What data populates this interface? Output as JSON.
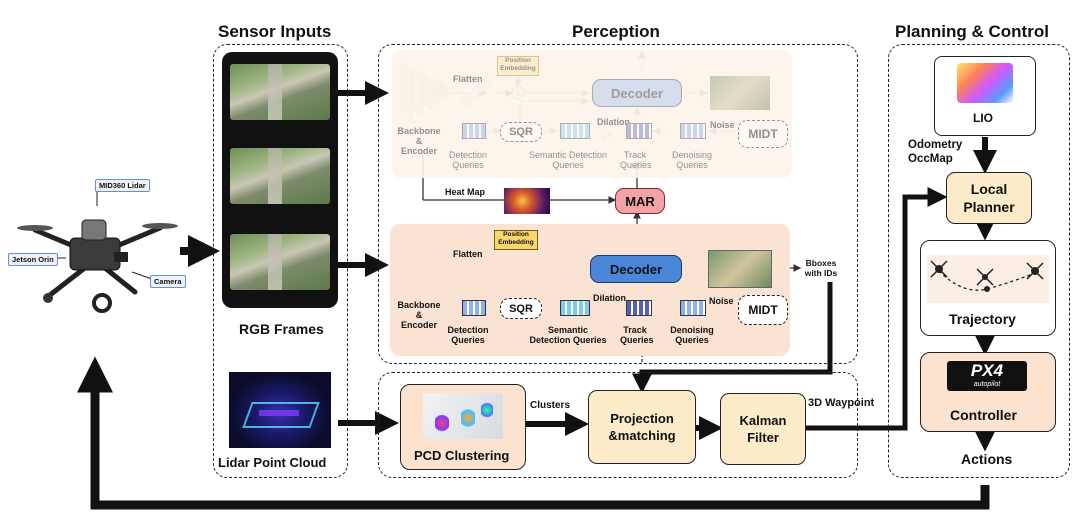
{
  "sections": {
    "sensor_inputs": "Sensor Inputs",
    "perception": "Perception",
    "planning_control": "Planning & Control"
  },
  "drone": {
    "lidar_label": "MID360 Lidar",
    "jetson_label": "Jetson Orin",
    "camera_label": "Camera"
  },
  "sensors": {
    "rgb_frames": "RGB Frames",
    "lidar_point_cloud": "Lidar Point Cloud"
  },
  "perception_top": {
    "flatten": "Flatten",
    "position_embedding": "Position Embedding",
    "decoder": "Decoder",
    "backbone": "Backbone & Encoder",
    "sqr": "SQR",
    "dilation": "Dilation",
    "noise": "Noise",
    "midt": "MIDT",
    "detection_queries": "Detection Queries",
    "semantic_queries": "Semantic Detection Queries",
    "track_queries": "Track Queries",
    "denoising_queries": "Denoising Queries"
  },
  "heat_map": "Heat Map",
  "mar": "MAR",
  "perception_bottom": {
    "flatten": "Flatten",
    "position_embedding": "Position Embedding",
    "decoder": "Decoder",
    "backbone": "Backbone & Encoder",
    "sqr": "SQR",
    "dilation": "Dilation",
    "noise": "Noise",
    "midt": "MIDT",
    "detection_queries": "Detection Queries",
    "semantic_queries": "Semantic Detection Queries",
    "track_queries": "Track Queries",
    "denoising_queries": "Denoising Queries"
  },
  "bboxes": "Bboxes with IDs",
  "pipeline": {
    "pcd_clustering": "PCD Clustering",
    "clusters": "Clusters",
    "projection": "Projection &matching",
    "kalman": "Kalman Filter",
    "waypoint": "3D Waypoint"
  },
  "planning": {
    "lio": "LIO",
    "odometry": "Odometry OccMap",
    "local_planner": "Local Planner",
    "trajectory": "Trajectory",
    "px4": "PX4",
    "px4_sub": "autopilot",
    "controller": "Controller",
    "actions": "Actions"
  },
  "colors": {
    "box_fill": "#fdebc9",
    "pcd_fill": "#fbe3d0",
    "decoder_blue": "#4a86d8",
    "mar_pink": "#f3a3a8",
    "perception_bottom_bg": "#fbe3d3",
    "perception_top_bg": "#fdf3ea",
    "query_blue": "#8fb0ef"
  }
}
